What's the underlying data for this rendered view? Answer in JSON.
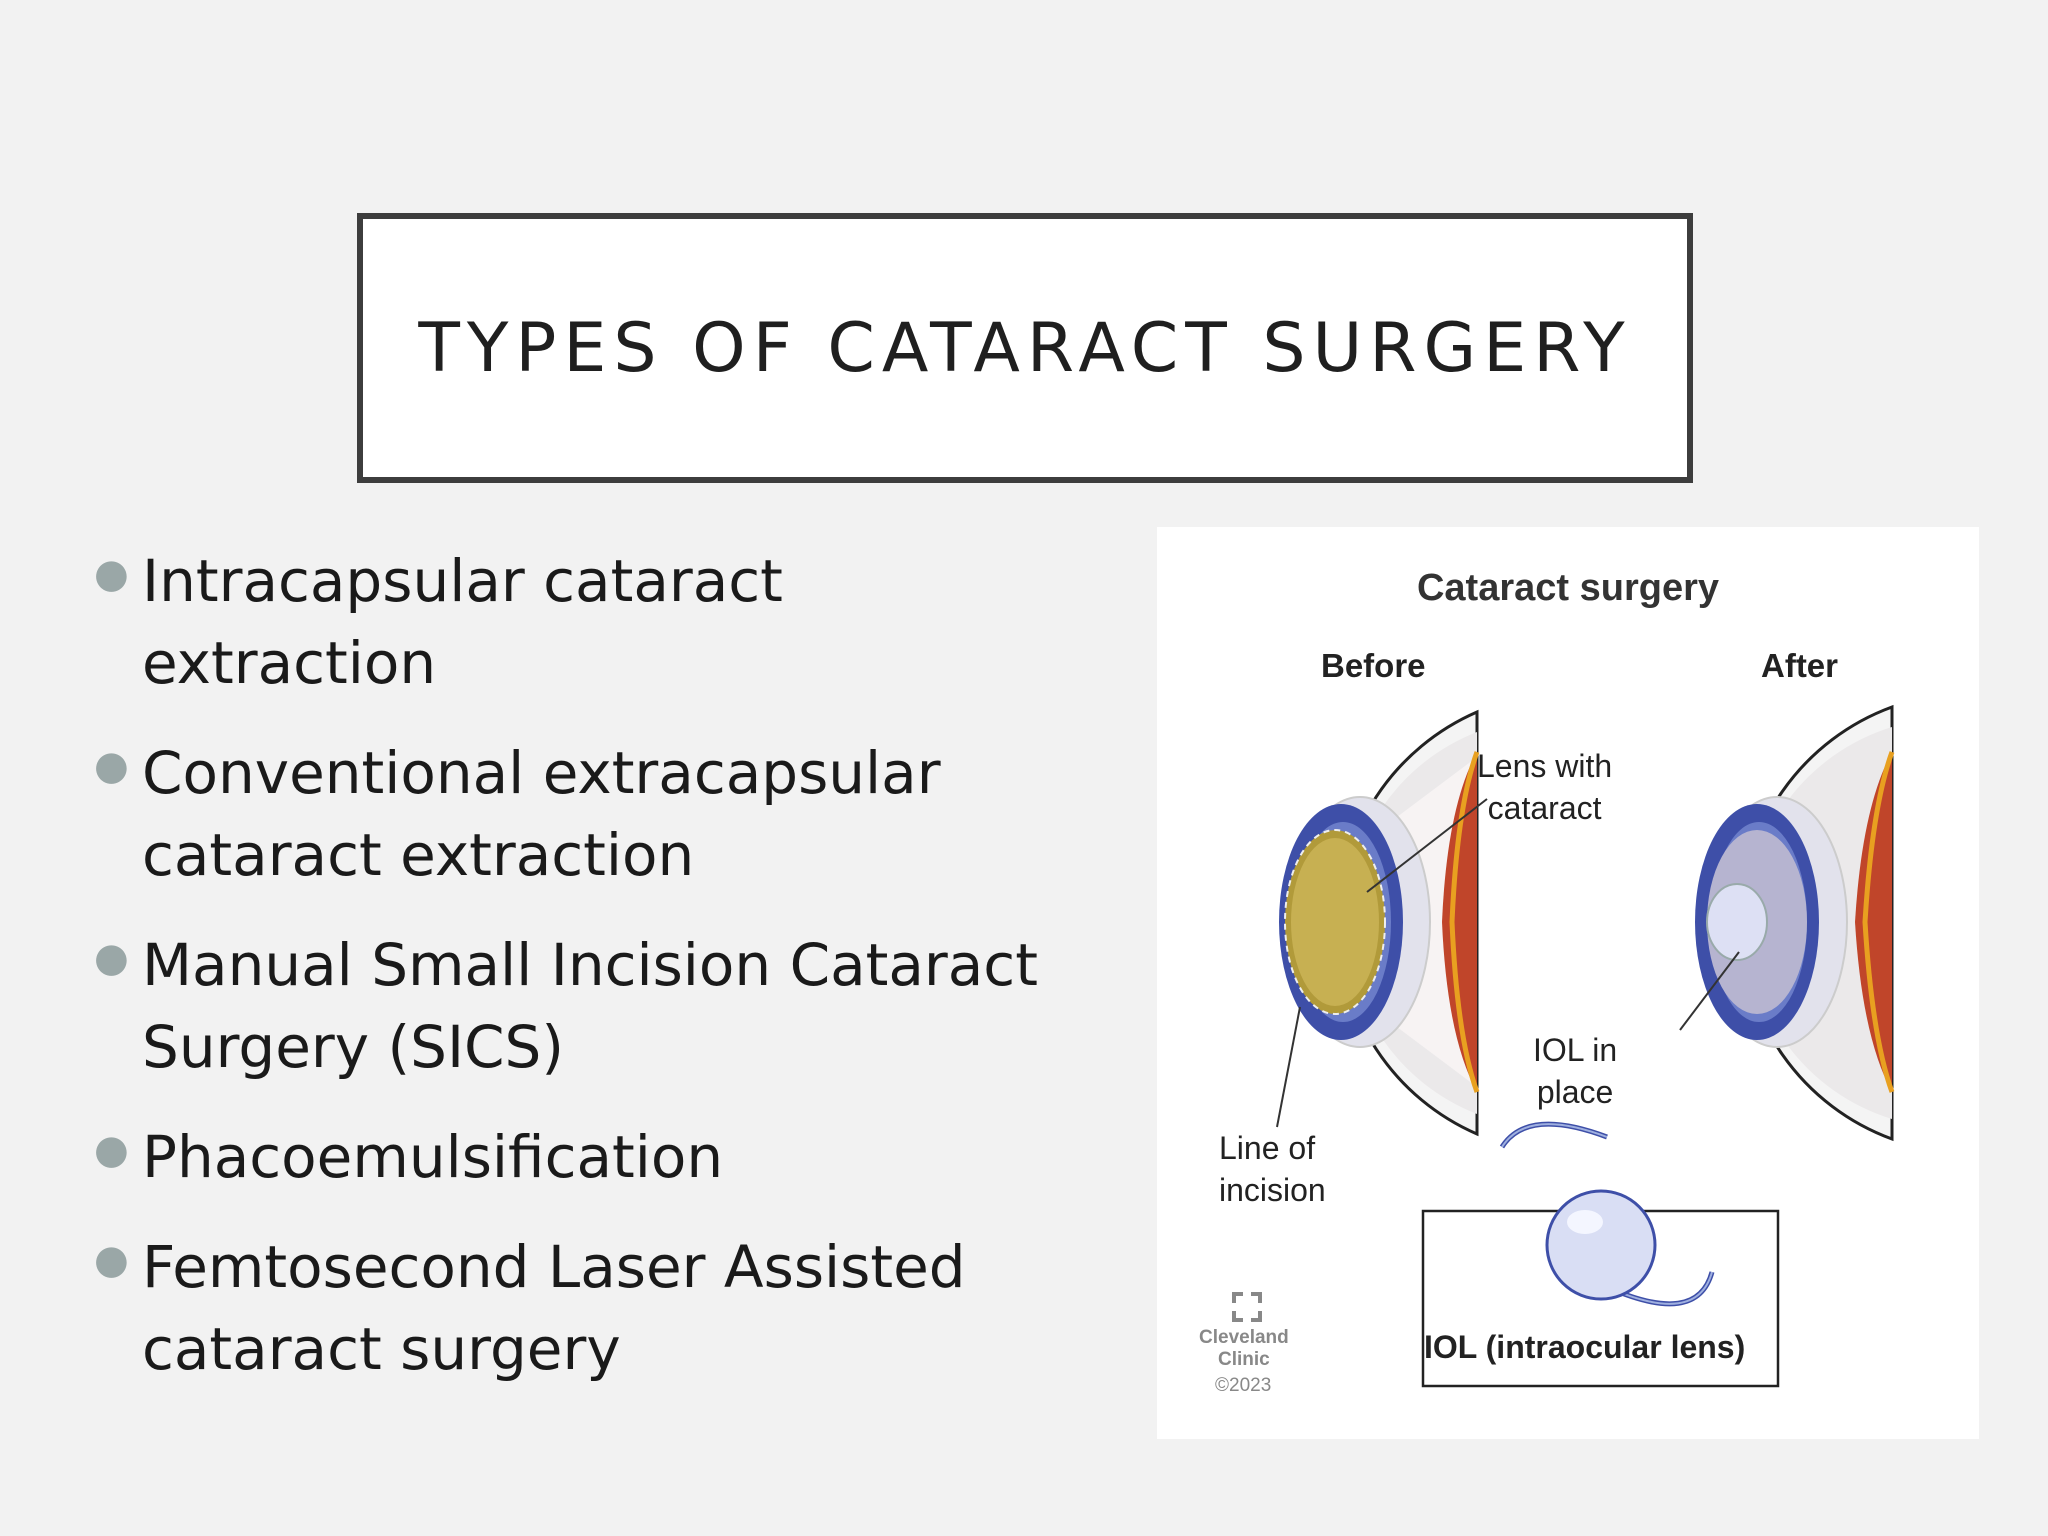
{
  "slide": {
    "title": "TYPES OF CATARACT SURGERY",
    "bullets": [
      {
        "line1": "Intracapsular cataract",
        "line2": "extraction"
      },
      {
        "line1": "Conventional extracapsular",
        "line2": "cataract extraction"
      },
      {
        "line1": "Manual Small Incision Cataract",
        "line2": "Surgery (SICS)"
      },
      {
        "line1": "Phacoemulsification",
        "line2": ""
      },
      {
        "line1": "Femtosecond Laser Assisted",
        "line2": "cataract surgery"
      }
    ]
  },
  "figure": {
    "title": "Cataract surgery",
    "before_label": "Before",
    "after_label": "After",
    "lens_label_1": "Lens with",
    "lens_label_2": "cataract",
    "iol_place_1": "IOL in",
    "iol_place_2": "place",
    "incision_1": "Line of",
    "incision_2": "incision",
    "iol_box_label": "IOL (intraocular lens)",
    "brand_1": "Cleveland",
    "brand_2": "Clinic",
    "copyright": "©2023"
  },
  "colors": {
    "background": "#f2f2f2",
    "title_border": "#3d3d3d",
    "bullet_dot": "#9aa7a7",
    "iris_blue": "#3e4fa8",
    "cataract_lens": "#b19a3a",
    "retina_red": "#c0452a"
  }
}
